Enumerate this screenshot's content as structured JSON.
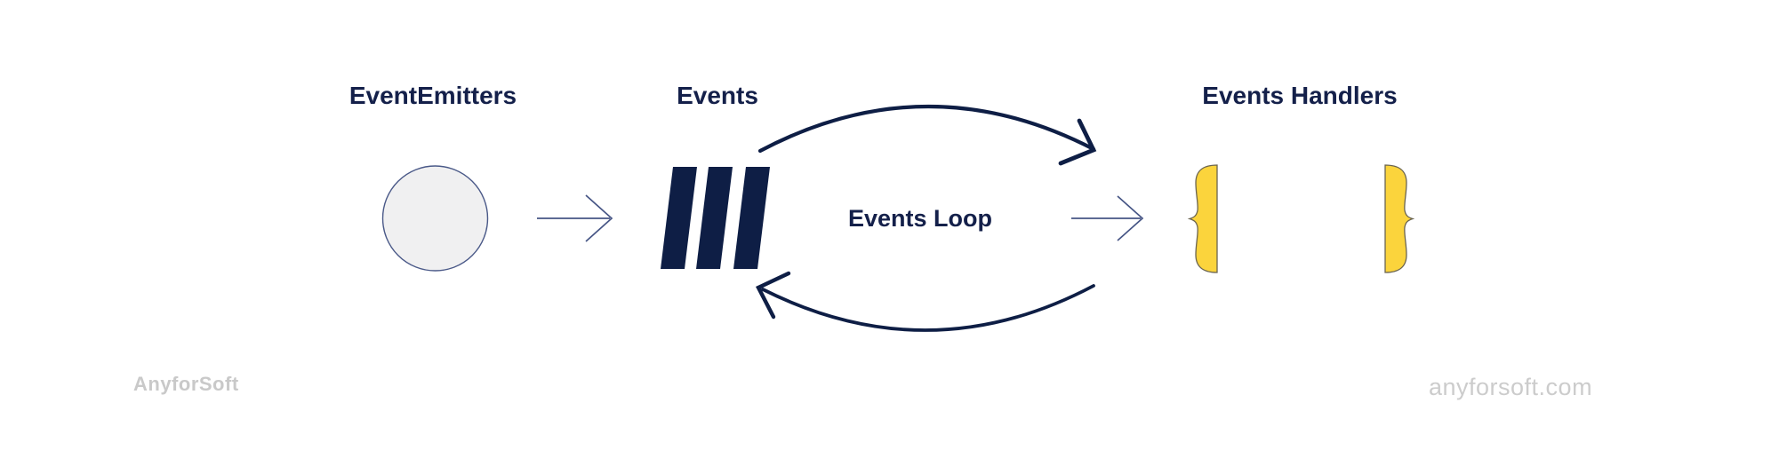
{
  "diagram": {
    "title_emitters": "EventEmitters",
    "title_events": "Events",
    "title_handlers": "Events Handlers",
    "loop_label": "Events Loop"
  },
  "branding": {
    "logo": "AnyforSoft",
    "website": "anyforsoft.com"
  },
  "icons": {
    "emitter": "circle-icon",
    "events_queue": "three-slanted-bars-icon",
    "handler_open": "open-curly-brace-icon",
    "handler_close": "close-curly-brace-icon",
    "flow_arrows": "thin-right-arrow-icon",
    "loop_arrows": "curved-loop-arrow-icon"
  },
  "colors": {
    "background": "#ffffff",
    "navy": "#0e1e45",
    "navy_text": "#14204a",
    "thin_arrow": "#465585",
    "yellow": "#fbd43c",
    "yellow_outline": "#6a6450",
    "circle_fill": "#f0f0f1",
    "circle_outline": "#4a5988",
    "logo_gray": "#c9c9c9",
    "url_gray": "#cccccc"
  }
}
